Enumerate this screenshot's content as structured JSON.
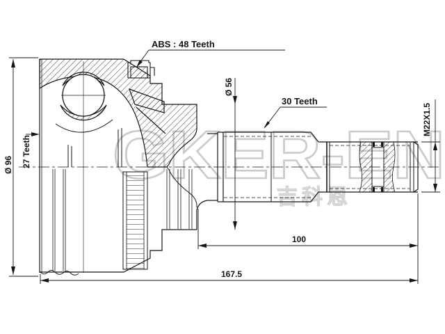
{
  "drawing": {
    "labels": {
      "abs_ring": "ABS : 48 Teeth",
      "shaft_spline": "30 Teeth",
      "hub_spline": "27 Teeth",
      "outer_diameter": "Ø 96",
      "hub_diameter": "Ø 56",
      "thread_spec": "M22X1.5",
      "shaft_length": "100",
      "total_length": "167.5"
    },
    "watermark": {
      "brand": "GKER-EN",
      "cjk": "吉科恩"
    },
    "colors": {
      "line": "#141414",
      "watermark_stroke": "#cbcbcb",
      "background": "#ffffff"
    }
  }
}
